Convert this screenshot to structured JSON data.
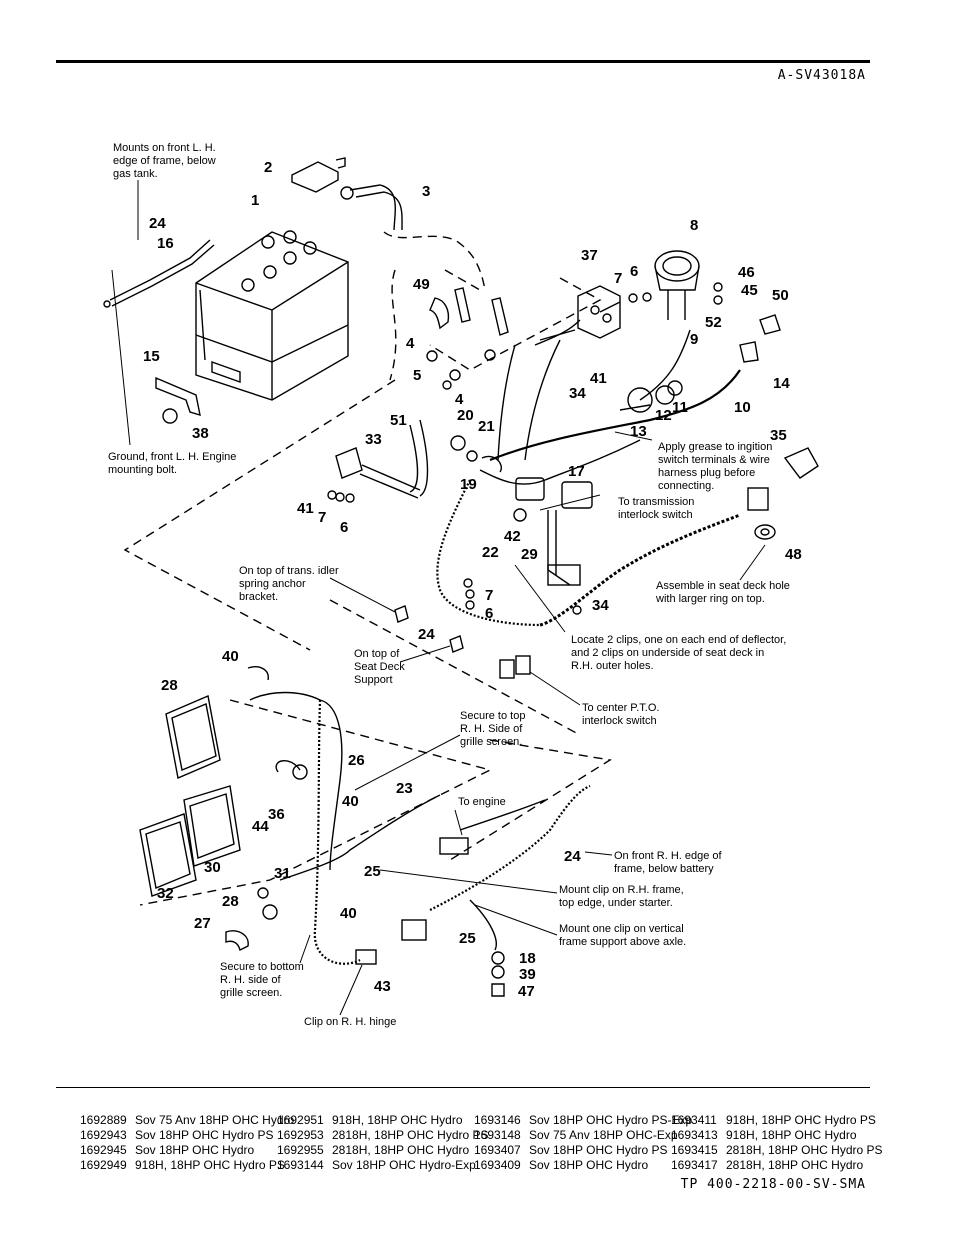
{
  "header": {
    "code": "A-SV43018A"
  },
  "footer": {
    "code": "TP 400-2218-00-SV-SMA"
  },
  "callouts": {
    "n1": "1",
    "n2": "2",
    "n3": "3",
    "n4a": "4",
    "n4b": "4",
    "n5": "5",
    "n6a": "6",
    "n6b": "6",
    "n6c": "6",
    "n7a": "7",
    "n7b": "7",
    "n7c": "7",
    "n8": "8",
    "n9": "9",
    "n10": "10",
    "n11": "11",
    "n12": "12",
    "n13": "13",
    "n14": "14",
    "n15": "15",
    "n16": "16",
    "n17": "17",
    "n18": "18",
    "n19": "19",
    "n20": "20",
    "n21": "21",
    "n22": "22",
    "n23": "23",
    "n24a": "24",
    "n24b": "24",
    "n24c": "24",
    "n25a": "25",
    "n25b": "25",
    "n26": "26",
    "n27": "27",
    "n28a": "28",
    "n28b": "28",
    "n29": "29",
    "n30": "30",
    "n31": "31",
    "n32": "32",
    "n33": "33",
    "n34a": "34",
    "n34b": "34",
    "n35": "35",
    "n36": "36",
    "n37": "37",
    "n38": "38",
    "n39": "39",
    "n40a": "40",
    "n40b": "40",
    "n40c": "40",
    "n41a": "41",
    "n41b": "41",
    "n42": "42",
    "n43": "43",
    "n44": "44",
    "n45": "45",
    "n46": "46",
    "n47": "47",
    "n48": "48",
    "n49": "49",
    "n50": "50",
    "n51": "51",
    "n52": "52"
  },
  "notes": {
    "mounts_front": [
      "Mounts on front L. H.",
      "edge of frame, below",
      "gas tank."
    ],
    "ground": [
      "Ground, front L. H. Engine",
      "mounting bolt."
    ],
    "grease": [
      "Apply grease to ingition",
      "switch terminals & wire",
      "harness plug before",
      "connecting."
    ],
    "trans_interlock": [
      "To transmission",
      "interlock switch"
    ],
    "assemble": [
      "Assemble in seat deck hole",
      "with larger ring on top."
    ],
    "trans_idler": [
      "On top of trans. idler",
      "spring anchor",
      "bracket."
    ],
    "seat_deck": [
      "On top of",
      "Seat Deck",
      "Support"
    ],
    "locate_clips": [
      "Locate 2 clips, one on each end of deflector,",
      "and 2 clips on underside of seat deck in",
      "R.H. outer holes."
    ],
    "pto": [
      "To center P.T.O.",
      "interlock switch"
    ],
    "secure_top": [
      "Secure to top",
      "R. H. Side of",
      "grille screen."
    ],
    "to_engine": [
      "To engine"
    ],
    "front_rh": [
      "On front R. H. edge of",
      "frame, below battery"
    ],
    "mount_rh_frame": [
      "Mount clip on R.H. frame,",
      "top edge, under starter."
    ],
    "mount_vertical": [
      "Mount one clip on vertical",
      "frame support above axle."
    ],
    "secure_bottom": [
      "Secure to bottom",
      "R. H. side of",
      "grille screen."
    ],
    "clip_hinge": [
      "Clip on R. H. hinge"
    ]
  },
  "models": [
    [
      "1692889",
      "Sov 75 Anv 18HP OHC Hydro",
      "1692951",
      "918H, 18HP OHC Hydro",
      "1693146",
      "Sov 18HP OHC Hydro PS-Exp",
      "1693411",
      "918H, 18HP OHC Hydro PS"
    ],
    [
      "1692943",
      "Sov 18HP OHC Hydro PS",
      "1692953",
      "2818H, 18HP OHC Hydro PS",
      "1693148",
      "Sov 75 Anv 18HP OHC-Exp",
      "1693413",
      "918H, 18HP OHC Hydro"
    ],
    [
      "1692945",
      "Sov 18HP OHC Hydro",
      "1692955",
      "2818H, 18HP OHC Hydro",
      "1693407",
      "Sov 18HP OHC Hydro PS",
      "1693415",
      "2818H, 18HP OHC Hydro PS"
    ],
    [
      "1692949",
      "918H, 18HP OHC Hydro PS",
      "1693144",
      "Sov 18HP OHC Hydro-Exp",
      "1693409",
      "Sov 18HP OHC Hydro",
      "1693417",
      "2818H, 18HP OHC Hydro"
    ]
  ]
}
